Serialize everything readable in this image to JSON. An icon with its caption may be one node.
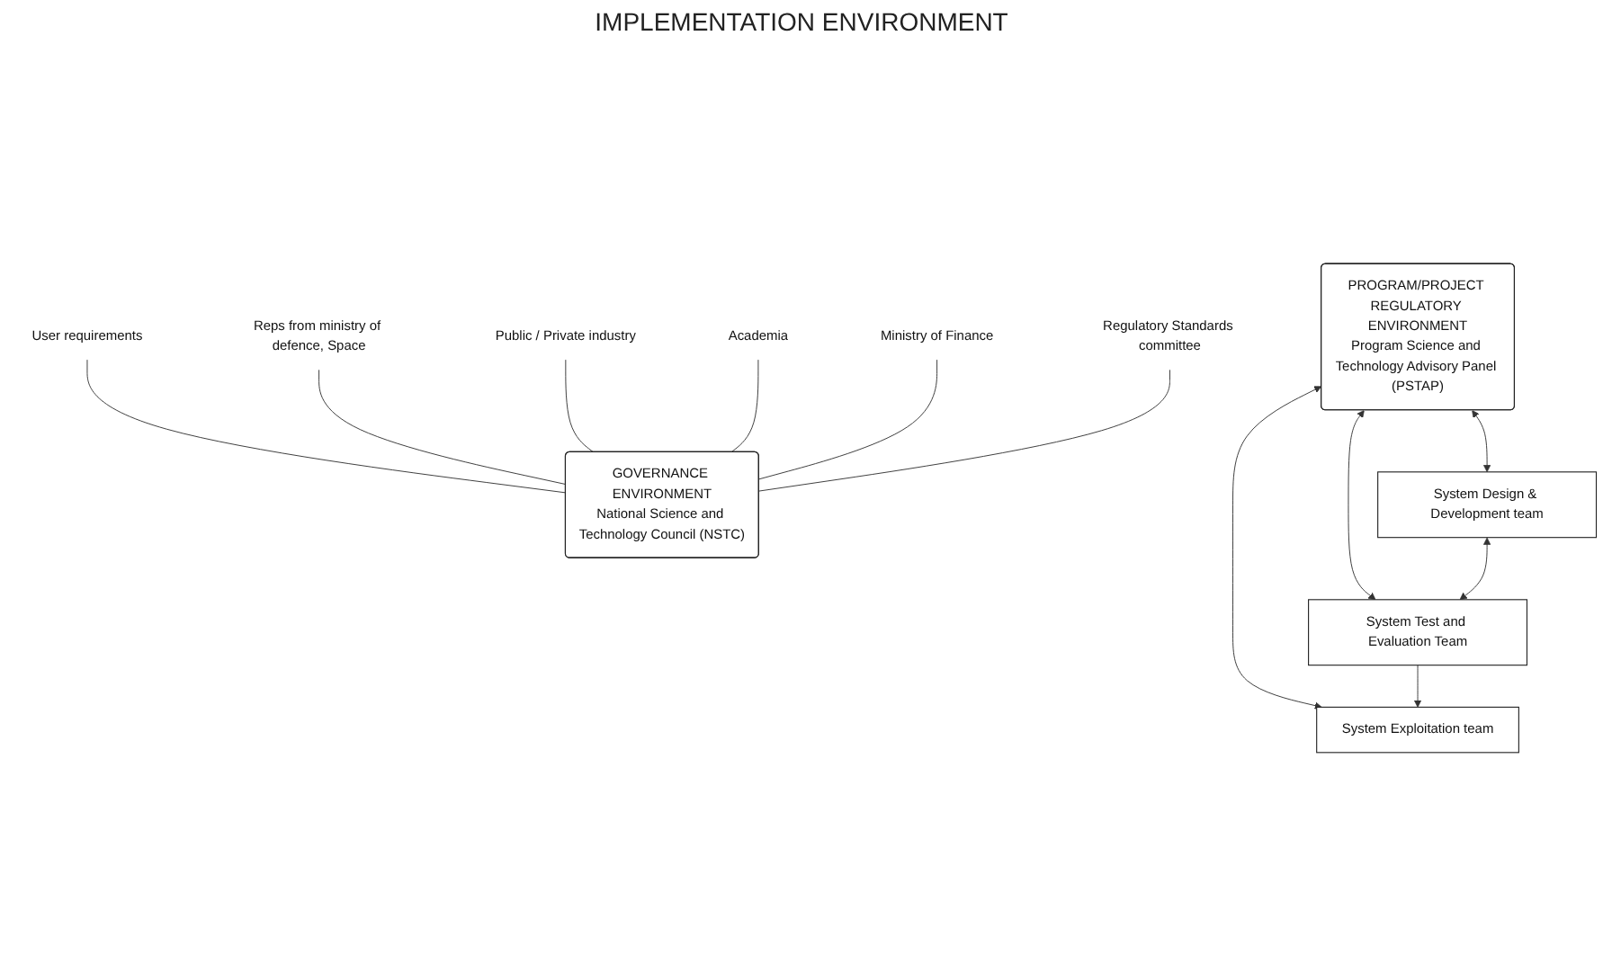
{
  "diagram": {
    "nodes": [
      {
        "text": [
          "GOVERNANCE ENVIRONMENT",
          "National Science and Technology Council (NSTC)"
        ]
      },
      {
        "text": [
          "PROGRAM/PROJECT REGULATORY ENVIRONMENT",
          "Program Science and Technology Advisory Panel (PSTAP)"
        ]
      },
      {
        "text": [
          "System Design & Development team"
        ]
      },
      {
        "text": [
          "System Test and Evaluation Team"
        ]
      },
      {
        "text": [
          "System Exploitation team"
        ]
      },
      {
        "text": [
          "User requirements"
        ]
      },
      {
        "text": [
          "Reps from ministry of defence, Space"
        ]
      },
      {
        "text": [
          "Public / Private industry"
        ]
      },
      {
        "text": [
          "Academia"
        ]
      },
      {
        "text": [
          "Ministry of Finance"
        ]
      },
      {
        "text": [
          "Regulatory Standards committee"
        ]
      }
    ],
    "edges": [
      {
        "from": 1,
        "to": 2,
        "arrow": "both"
      },
      {
        "from": 1,
        "to": 3,
        "arrow": "both"
      },
      {
        "from": 1,
        "to": 4,
        "arrow": "both"
      },
      {
        "from": 2,
        "to": 3,
        "arrow": "both"
      },
      {
        "from": 3,
        "to": 4,
        "arrow": "to"
      },
      {
        "from": 5,
        "to": 0,
        "arrow": "none"
      },
      {
        "from": 6,
        "to": 0,
        "arrow": "none"
      },
      {
        "from": 7,
        "to": 0,
        "arrow": "none"
      },
      {
        "from": 8,
        "to": 0,
        "arrow": "none"
      },
      {
        "from": 9,
        "to": 0,
        "arrow": "none"
      },
      {
        "from": 10,
        "to": 0,
        "arrow": "none"
      }
    ],
    "labels": [
      "IMPLEMENTATION ENVIRONMENT"
    ]
  }
}
